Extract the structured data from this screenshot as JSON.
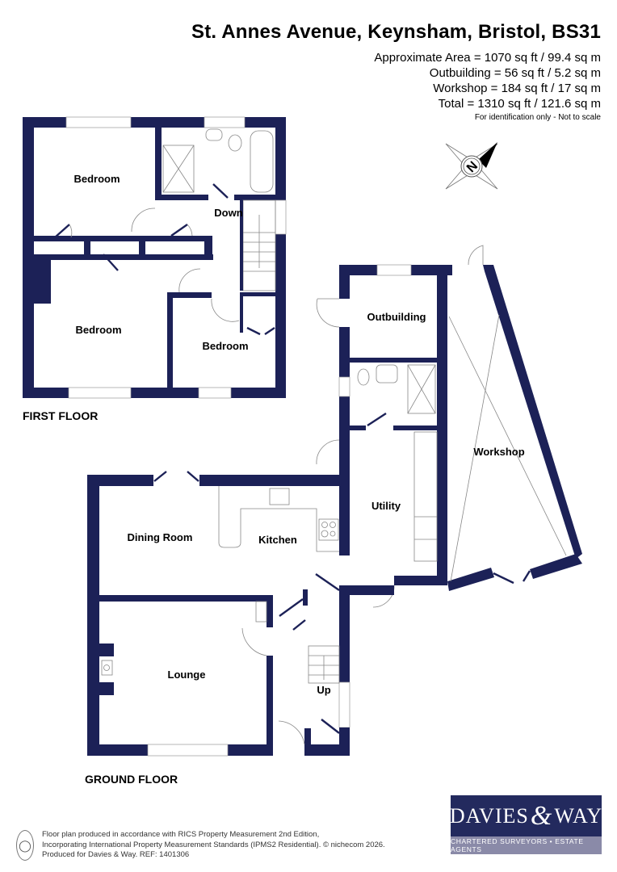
{
  "header": {
    "title": "St. Annes Avenue, Keynsham, Bristol, BS31",
    "areas": [
      "Approximate Area = 1070 sq ft / 99.4 sq m",
      "Outbuilding = 56 sq ft / 5.2 sq m",
      "Workshop = 184 sq ft / 17 sq m",
      "Total = 1310 sq ft / 121.6 sq m"
    ],
    "disclaimer": "For identification only - Not to scale"
  },
  "compass": {
    "icon": "compass-north-icon",
    "letter": "N"
  },
  "floors": {
    "first": {
      "label": "FIRST FLOOR",
      "rooms": {
        "bedroom1": "Bedroom",
        "bedroom2": "Bedroom",
        "bedroom3": "Bedroom",
        "stairs": "Down"
      }
    },
    "ground": {
      "label": "GROUND FLOOR",
      "rooms": {
        "dining": "Dining Room",
        "kitchen": "Kitchen",
        "lounge": "Lounge",
        "utility": "Utility",
        "stairs": "Up"
      }
    },
    "outbuildings": {
      "rooms": {
        "outbuilding": "Outbuilding",
        "workshop": "Workshop"
      }
    }
  },
  "footer": {
    "lines": [
      "Floor plan produced in accordance with RICS Property Measurement 2nd Edition,",
      "Incorporating International Property Measurement Standards (IPMS2 Residential).   © nichecom 2026.",
      "Produced for Davies & Way.   REF:  1401306"
    ],
    "person_icon": "person-scale-icon"
  },
  "logo": {
    "brand_left": "DAVIES",
    "brand_amp": "&",
    "brand_right": "WAY",
    "tagline": "CHARTERED SURVEYORS • ESTATE AGENTS"
  },
  "colors": {
    "wall": "#1c2157",
    "logo_bg": "#232a5e",
    "logo_band": "#8a8aa8"
  }
}
